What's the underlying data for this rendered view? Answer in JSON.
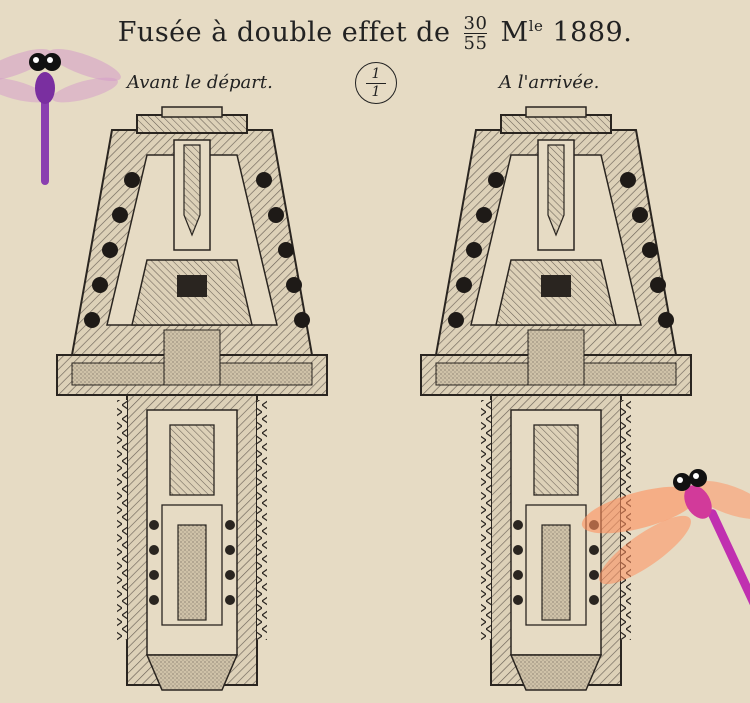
{
  "title": {
    "prefix": "Fusée à double effet de",
    "fraction_numerator": "30",
    "fraction_denominator": "55",
    "model": "M",
    "model_sup": "le",
    "year": "1889."
  },
  "scale": {
    "numerator": "1",
    "denominator": "1"
  },
  "captions": {
    "left": "Avant le départ.",
    "right": "A l'arrivée."
  },
  "colors": {
    "paper": "#e6dbc4",
    "ink": "#2a2520",
    "hatch": "#6b6258",
    "grain": "#cfc2a8",
    "dragonfly_purple": "#8a3fb0",
    "dragonfly_pink": "#d23a9a",
    "wing_orange": "#ff8f5e"
  }
}
